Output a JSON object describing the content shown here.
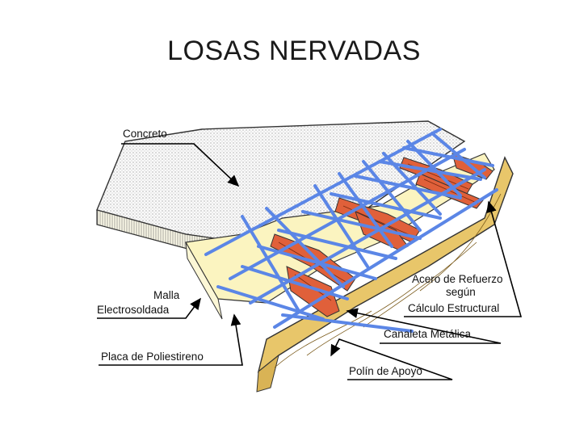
{
  "title": "LOSAS NERVADAS",
  "labels": {
    "concreto": "Concreto",
    "malla_line1": "Malla",
    "malla_line2": "Electrosoldada",
    "placa": "Placa de Poliestireno",
    "acero_line1": "Acero de Refuerzo",
    "acero_line2": "según",
    "acero_line3": "Cálculo Estructural",
    "canaleta": "Canaleta Metálica",
    "polin": "Polín de Apoyo"
  },
  "colors": {
    "concrete": "#f2f2f2",
    "foam": "#fbf4c0",
    "wood": "#e8c66a",
    "steel_channel": "#e0603a",
    "mesh": "#5b86e6"
  }
}
